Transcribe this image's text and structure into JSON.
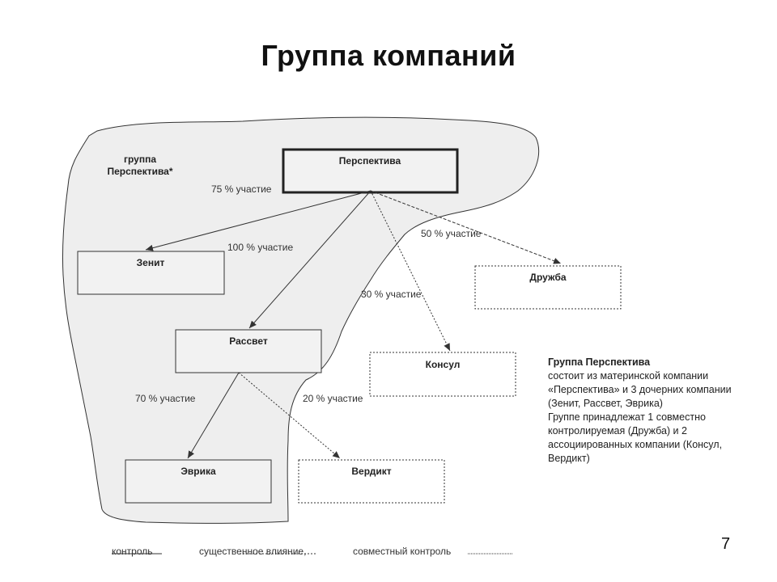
{
  "title": "Группа компаний",
  "group_label": [
    "группа",
    "Перспектива*"
  ],
  "nodes": {
    "perspektiva": "Перспектива",
    "zenit": "Зенит",
    "rassvet": "Рассвет",
    "evrika": "Эврика",
    "druzhba": "Дружба",
    "konsul": "Консул",
    "verdikt": "Вердикт"
  },
  "edges": {
    "p_zenit": "75 % участие",
    "p_rassvet": "100 % участие",
    "p_druzhba": "50 % участие",
    "p_konsul": "30 % участие",
    "r_evrika": "70 % участие",
    "r_verdikt": "20 % участие"
  },
  "description": {
    "title": "Группа Перспектива",
    "lines": [
      "состоит из материнской компании",
      "«Перспектива» и 3 дочерних компании",
      "(Зенит, Рассвет, Эврика)",
      "Группе принадлежат 1 совместно",
      "контролируемая (Дружба) и 2",
      "ассоциированных компании (Консул,",
      "Вердикт)"
    ]
  },
  "legend": {
    "control": "контроль",
    "influence": "существенное влияние,",
    "joint": "совместный контроль"
  },
  "page_number": "7",
  "colors": {
    "blob_fill": "#eeeeee",
    "box_fill": "#f2f2f2",
    "line": "#333333"
  }
}
